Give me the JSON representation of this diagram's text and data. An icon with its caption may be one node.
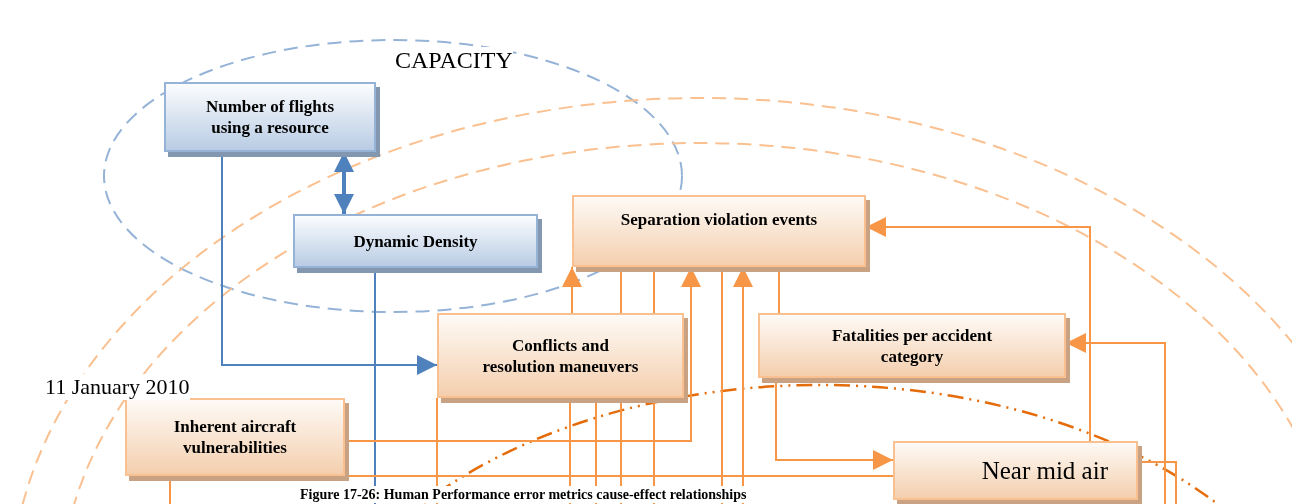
{
  "diagram": {
    "caption": "Figure 17-26: Human Performance error metrics cause-effect relationships",
    "nodes": [
      {
        "text": [
          "Number of flights using a resource"
        ]
      },
      {
        "text": [
          "Dynamic Density"
        ]
      },
      {
        "text": [
          "Separation violation events"
        ]
      },
      {
        "text": [
          "Conflicts and resolution maneuvers"
        ]
      },
      {
        "text": [
          "Fatalities per accident category"
        ]
      },
      {
        "text": [
          "Inherent aircraft vulnerabilities"
        ]
      },
      {
        "text": [
          "Near mid air"
        ]
      }
    ],
    "edges": [
      {
        "from": 0,
        "to": 3,
        "arrow": "to",
        "color": "#4f81bd"
      },
      {
        "from": 0,
        "to": 1,
        "arrow": "both",
        "color": "#4f81bd",
        "style": "thick"
      },
      {
        "from": 1,
        "to": null,
        "arrow": "none",
        "color": "#4f81bd"
      },
      {
        "from": 3,
        "to": 2,
        "arrow": "to"
      },
      {
        "from": 5,
        "to": 2,
        "arrow": "to"
      },
      {
        "from": null,
        "to": 2,
        "arrow": "to"
      },
      {
        "from": 2,
        "to": null,
        "arrow": "none"
      },
      {
        "from": 2,
        "to": null,
        "arrow": "none"
      },
      {
        "from": 2,
        "to": null,
        "arrow": "none"
      },
      {
        "from": 2,
        "to": 4,
        "arrow": "none"
      },
      {
        "from": 4,
        "to": 6,
        "arrow": "to"
      },
      {
        "from": 6,
        "to": 2,
        "arrow": "to"
      },
      {
        "from": null,
        "to": 4,
        "arrow": "to"
      },
      {
        "from": 6,
        "to": null,
        "arrow": "none"
      },
      {
        "from": 5,
        "to": 6,
        "arrow": "none"
      },
      {
        "from": 5,
        "to": null,
        "arrow": "none"
      },
      {
        "from": 3,
        "to": null,
        "arrow": "none"
      },
      {
        "from": 3,
        "to": null,
        "arrow": "none"
      },
      {
        "from": 3,
        "to": null,
        "arrow": "none"
      }
    ],
    "labels": [
      "CAPACITY",
      "11 January 2010"
    ]
  }
}
